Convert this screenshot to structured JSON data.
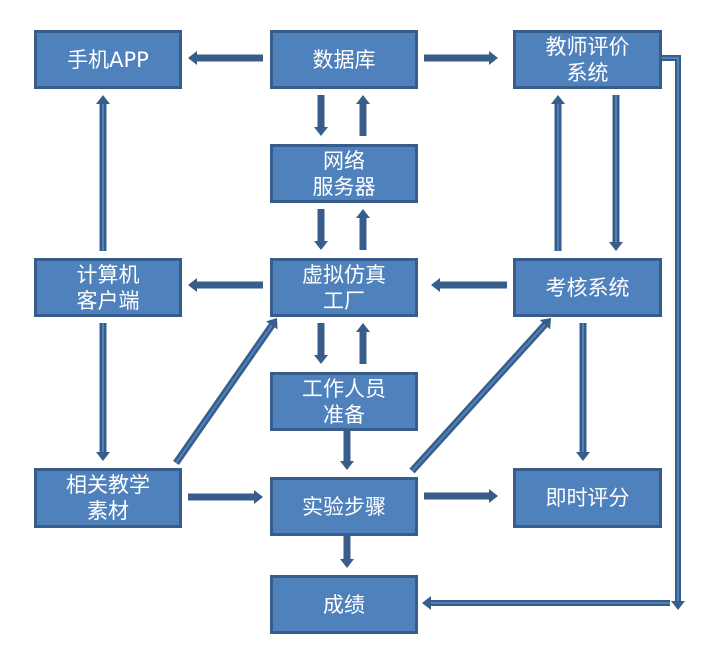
{
  "colors": {
    "box_fill": "#4f81bd",
    "box_border": "#385d8a",
    "arrow": "#385d8a",
    "text": "#ffffff"
  },
  "nodes": {
    "mobile_app": {
      "lines": [
        "手机APP"
      ]
    },
    "database": {
      "lines": [
        "数据库"
      ]
    },
    "teacher_eval": {
      "lines": [
        "教师评价",
        "系统"
      ]
    },
    "network_server": {
      "lines": [
        "网络",
        "服务器"
      ]
    },
    "pc_client": {
      "lines": [
        "计算机",
        "客户端"
      ]
    },
    "virtual_factory": {
      "lines": [
        "虚拟仿真",
        "工厂"
      ]
    },
    "assessment": {
      "lines": [
        "考核系统"
      ]
    },
    "staff_prep": {
      "lines": [
        "工作人员",
        "准备"
      ]
    },
    "teaching_material": {
      "lines": [
        "相关教学",
        "素材"
      ]
    },
    "experiment_steps": {
      "lines": [
        "实验步骤"
      ]
    },
    "instant_scoring": {
      "lines": [
        "即时评分"
      ]
    },
    "grades": {
      "lines": [
        "成绩"
      ]
    }
  },
  "edges": [
    {
      "from": "database",
      "to": "mobile_app"
    },
    {
      "from": "database",
      "to": "teacher_eval"
    },
    {
      "from": "database",
      "to": "network_server"
    },
    {
      "from": "network_server",
      "to": "database"
    },
    {
      "from": "network_server",
      "to": "virtual_factory"
    },
    {
      "from": "virtual_factory",
      "to": "network_server"
    },
    {
      "from": "pc_client",
      "to": "mobile_app"
    },
    {
      "from": "virtual_factory",
      "to": "pc_client"
    },
    {
      "from": "assessment",
      "to": "virtual_factory"
    },
    {
      "from": "assessment",
      "to": "teacher_eval"
    },
    {
      "from": "teacher_eval",
      "to": "assessment"
    },
    {
      "from": "virtual_factory",
      "to": "staff_prep"
    },
    {
      "from": "staff_prep",
      "to": "virtual_factory"
    },
    {
      "from": "pc_client",
      "to": "teaching_material"
    },
    {
      "from": "teaching_material",
      "to": "virtual_factory"
    },
    {
      "from": "staff_prep",
      "to": "experiment_steps"
    },
    {
      "from": "teaching_material",
      "to": "experiment_steps"
    },
    {
      "from": "experiment_steps",
      "to": "assessment"
    },
    {
      "from": "experiment_steps",
      "to": "instant_scoring"
    },
    {
      "from": "assessment",
      "to": "instant_scoring"
    },
    {
      "from": "experiment_steps",
      "to": "grades"
    },
    {
      "from": "teacher_eval",
      "to": "grades"
    }
  ]
}
